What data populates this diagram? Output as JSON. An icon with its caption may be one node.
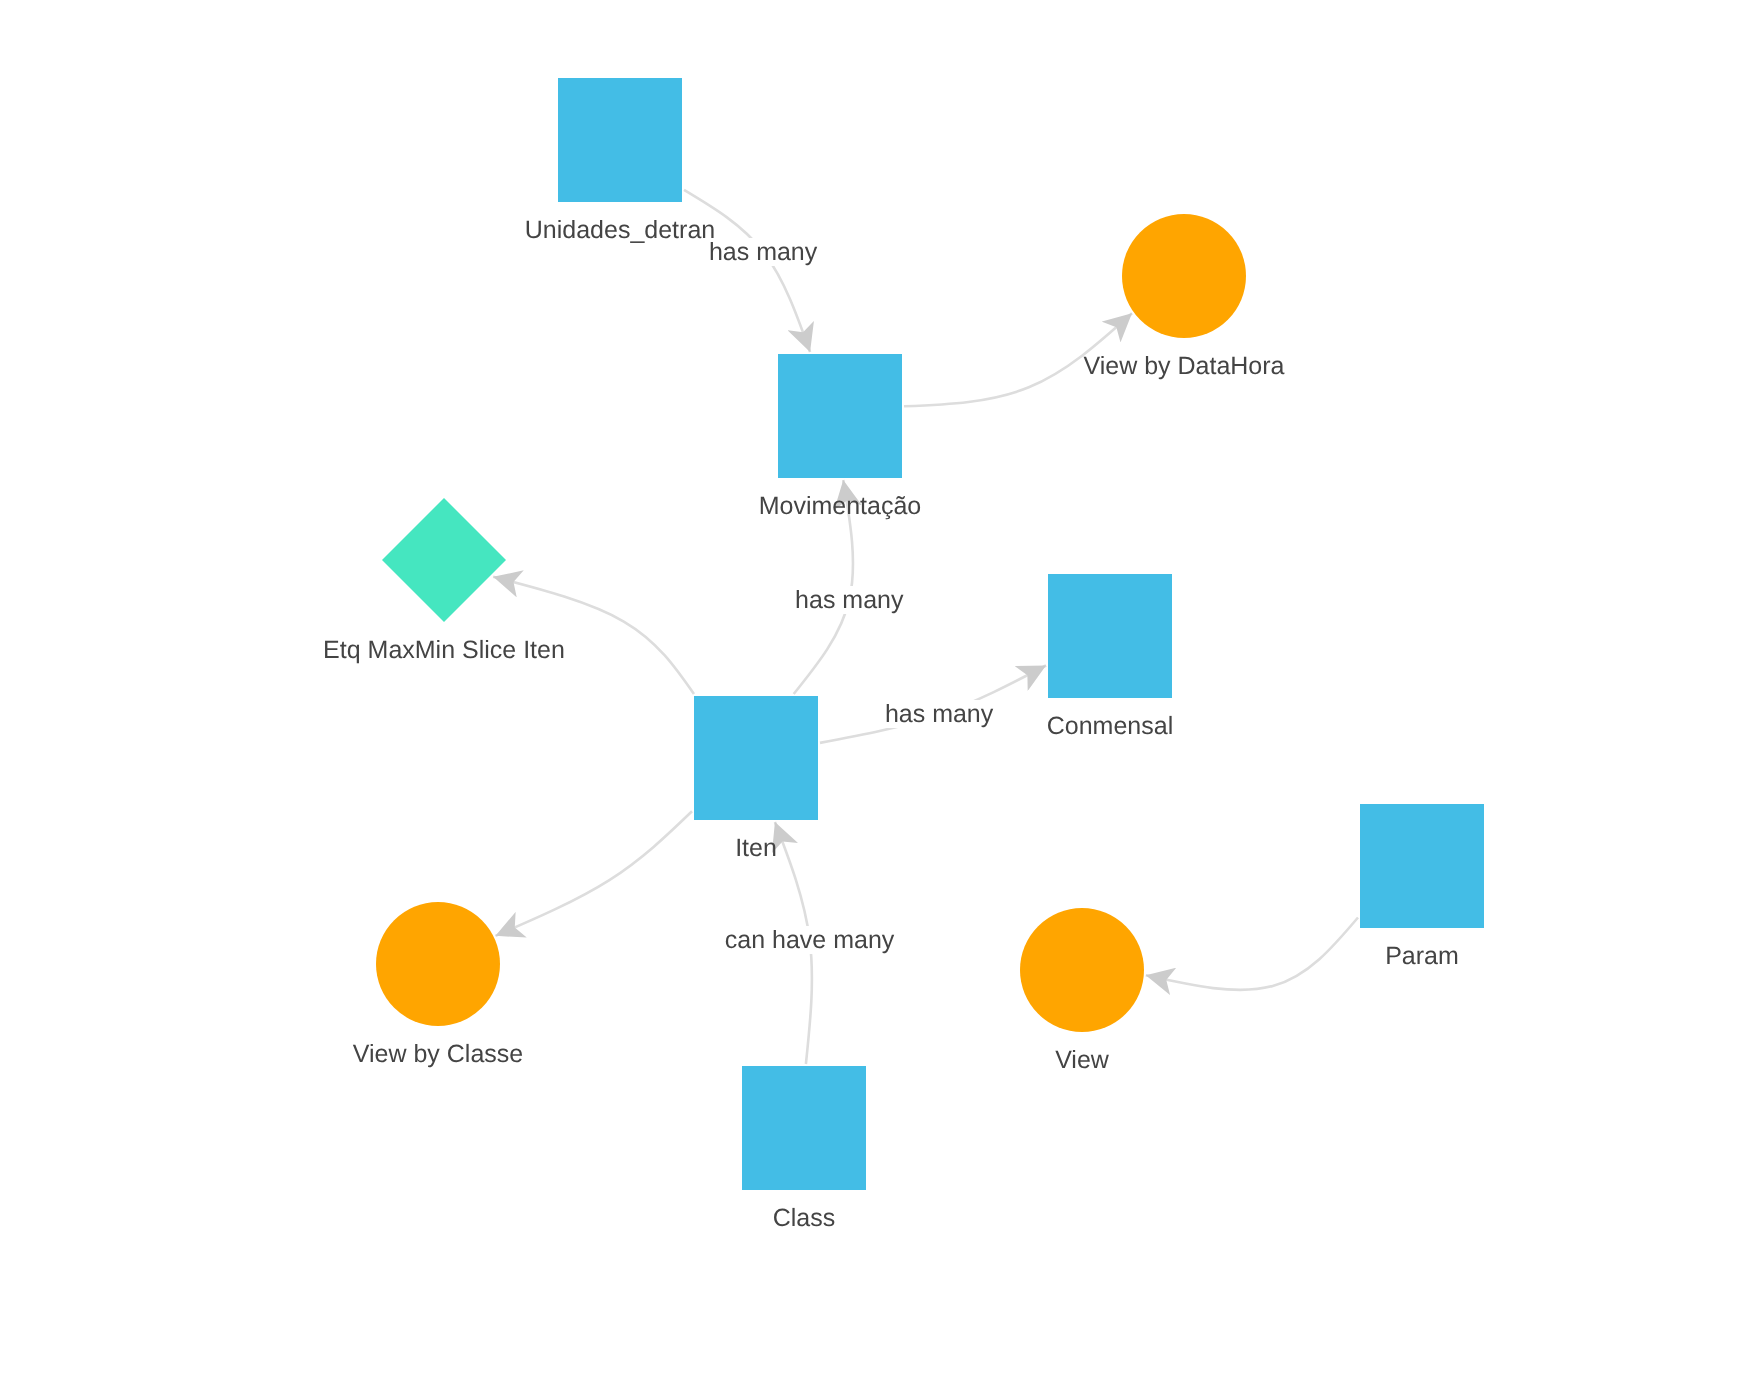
{
  "diagram": {
    "nodes": [
      {
        "text": [
          "Unidades_detran"
        ]
      },
      {
        "text": [
          "View by DataHora"
        ]
      },
      {
        "text": [
          "Movimentação"
        ]
      },
      {
        "text": [
          "Etq MaxMin Slice Iten"
        ]
      },
      {
        "text": [
          "Conmensal"
        ]
      },
      {
        "text": [
          "Iten"
        ]
      },
      {
        "text": [
          "Param"
        ]
      },
      {
        "text": [
          "View by Classe"
        ]
      },
      {
        "text": [
          "View"
        ]
      },
      {
        "text": [
          "Class"
        ]
      }
    ],
    "edges": [
      {
        "from": 0,
        "to": 2,
        "arrow": "to",
        "label": "has many"
      },
      {
        "from": 2,
        "to": 1,
        "arrow": "to"
      },
      {
        "from": 5,
        "to": 2,
        "arrow": "to",
        "label": "has many"
      },
      {
        "from": 5,
        "to": 3,
        "arrow": "to"
      },
      {
        "from": 5,
        "to": 4,
        "arrow": "to",
        "label": "has many"
      },
      {
        "from": 5,
        "to": 7,
        "arrow": "to"
      },
      {
        "from": 9,
        "to": 5,
        "arrow": "to",
        "label": "can have many"
      },
      {
        "from": 6,
        "to": 8,
        "arrow": "to"
      }
    ]
  }
}
